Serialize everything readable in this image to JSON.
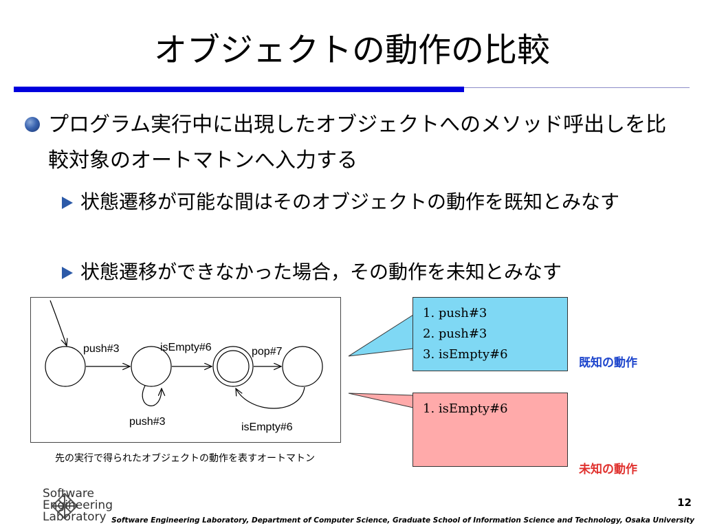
{
  "slide": {
    "title": "オブジェクトの動作の比較",
    "bullet": "プログラム実行中に出現したオブジェクトへのメソッド呼出しを比較対象のオートマトンへ入力する",
    "subbullets": [
      "状態遷移が可能な間はそのオブジェクトの動作を既知とみなす",
      "状態遷移ができなかった場合，その動作を未知とみなす"
    ]
  },
  "diagram": {
    "edge_labels": {
      "push3_top": "push#3",
      "isempty6_top": "isEmpty#6",
      "pop7": "pop#7",
      "push3_loop": "push#3",
      "isempty6_loop": "isEmpty#6"
    },
    "caption": "先の実行で得られたオブジェクトの動作を表すオートマトン"
  },
  "known": {
    "items": [
      "1. push#3",
      "2. push#3",
      "3. isEmpty#6"
    ],
    "label": "既知の動作",
    "color": "#7fd8f4"
  },
  "unknown": {
    "items": [
      "1. isEmpty#6"
    ],
    "label": "未知の動作",
    "color": "#ffaaaa"
  },
  "footer": {
    "logo_lines": [
      "Software",
      "Engineering",
      "Laboratory"
    ],
    "page_number": "12",
    "text": "Software Engineering Laboratory, Department of Computer Science, Graduate School of Information Science and Technology, Osaka University"
  }
}
